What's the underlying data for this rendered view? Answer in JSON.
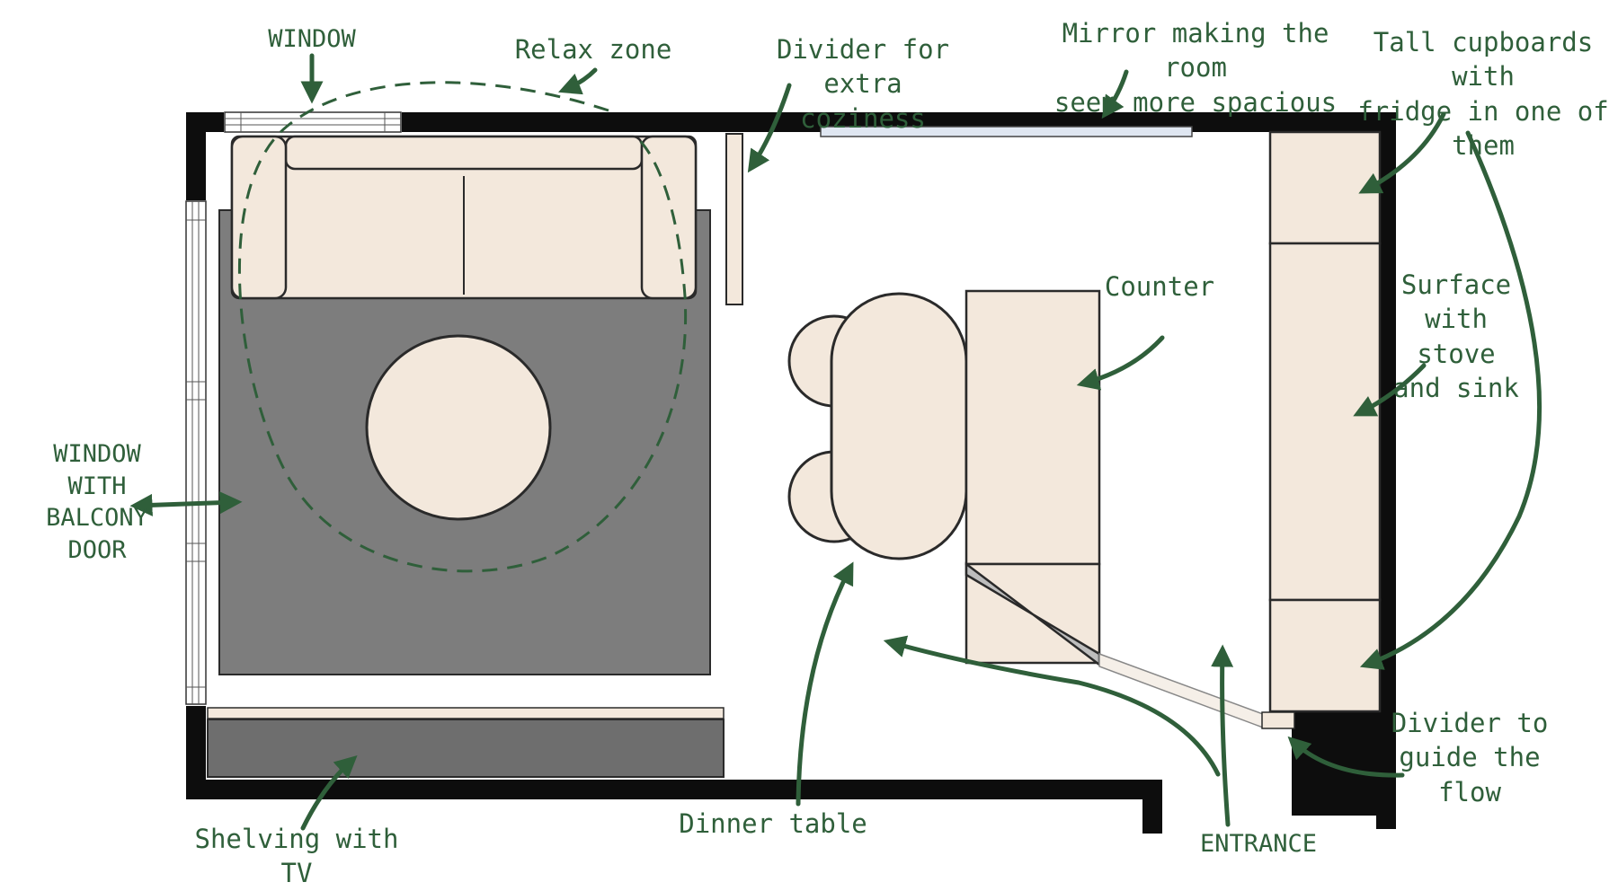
{
  "annotations": {
    "window_top": "WINDOW",
    "relax_zone": "Relax zone",
    "divider_coziness": "Divider for extra\ncoziness",
    "mirror": "Mirror making the room\nseem more spacious",
    "tall_cupboards": "Tall cupboards with\nfridge in one of\nthem",
    "counter": "Counter",
    "surface_stove_sink": "Surface\nwith\nstove\nand sink",
    "window_balcony": "WINDOW\nWITH\nBALCONY\nDOOR",
    "divider_flow": "Divider to\nguide the\nflow",
    "shelving_tv": "Shelving with TV",
    "dinner_table": "Dinner table",
    "entrance": "ENTRANCE"
  },
  "colors": {
    "wall": "#0d0d0d",
    "furniture": "#f3e8dc",
    "rug": "#7d7d7d",
    "shelf": "#6e6e6e",
    "mirror": "#dfe6f1",
    "ink": "#2f5f3a",
    "outline": "#2a2a2a"
  }
}
